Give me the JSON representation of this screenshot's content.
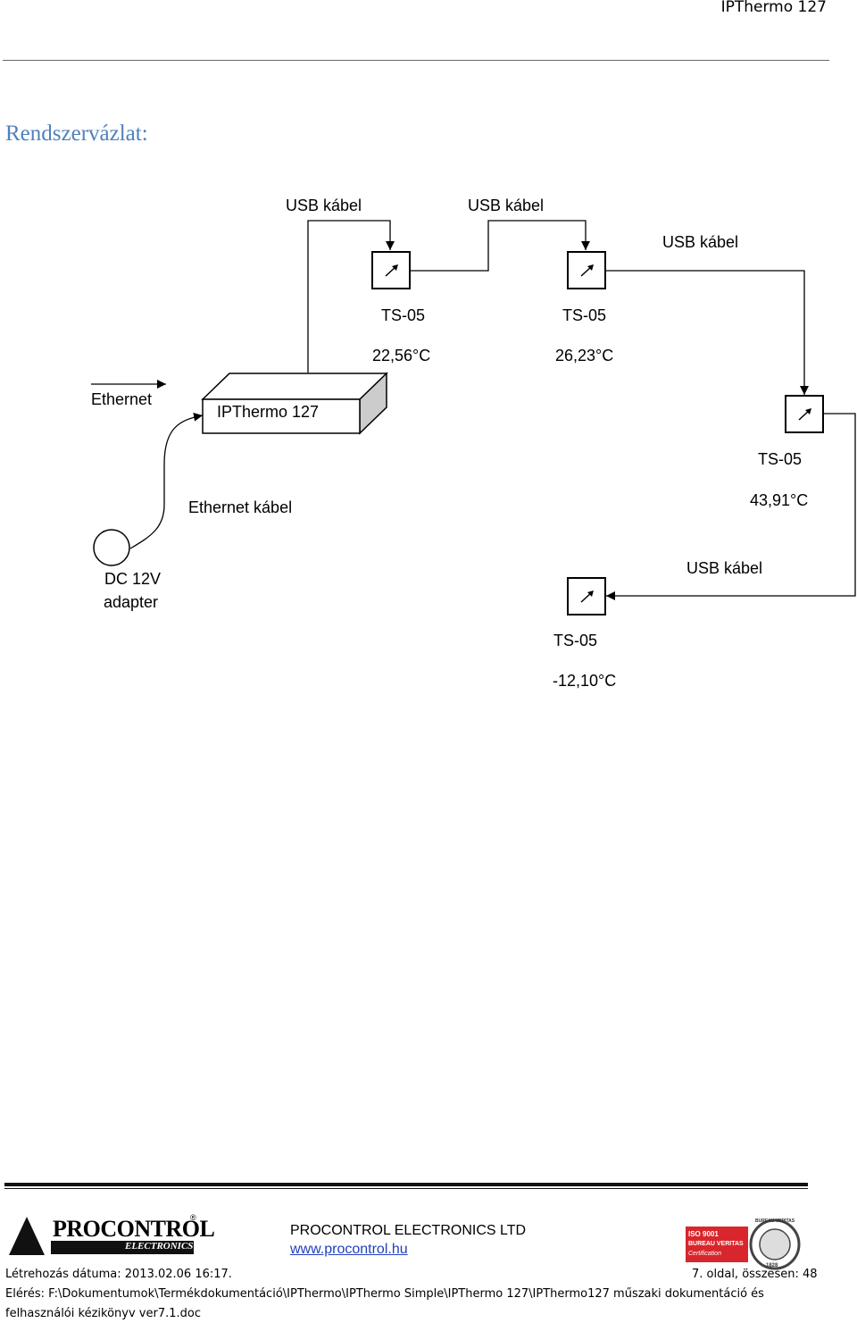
{
  "header": {
    "title": "IPThermo 127"
  },
  "section_title": "Rendszervázlat:",
  "diagram": {
    "usb_label_1": "USB kábel",
    "usb_label_2": "USB kábel",
    "usb_label_3": "USB kábel",
    "usb_label_4": "USB kábel",
    "sensor_1": {
      "name": "TS-05",
      "temp": "22,56°C"
    },
    "sensor_2": {
      "name": "TS-05",
      "temp": "26,23°C"
    },
    "sensor_3": {
      "name": "TS-05",
      "temp": "43,91°C"
    },
    "sensor_4": {
      "name": "TS-05",
      "temp": "-12,10°C"
    },
    "ethernet": "Ethernet",
    "device": "IPThermo 127",
    "ethernet_cable": "Ethernet kábel",
    "adapter_line1": "DC 12V",
    "adapter_line2": "adapter"
  },
  "footer": {
    "logo_main": "PROCONTROL",
    "logo_sub": "ELECTRONICS",
    "logo_reg": "®",
    "company": "PROCONTROL ELECTRONICS LTD",
    "website": "www.procontrol.hu",
    "cert_line1": "ISO 9001",
    "cert_line2": "BUREAU VERITAS",
    "cert_line3": "Certification",
    "seal_text": "BUREAU VERITAS",
    "seal_year": "1828",
    "created": "Létrehozás dátuma: 2013.02.06 16:17.",
    "page_info": "7. oldal, összesen: 48",
    "path_line1": "Elérés: F:\\Dokumentumok\\Termékdokumentáció\\IPThermo\\IPThermo Simple\\IPThermo 127\\IPThermo127 műszaki dokumentáció és",
    "path_line2": "felhasználói kézikönyv ver7.1.doc"
  }
}
